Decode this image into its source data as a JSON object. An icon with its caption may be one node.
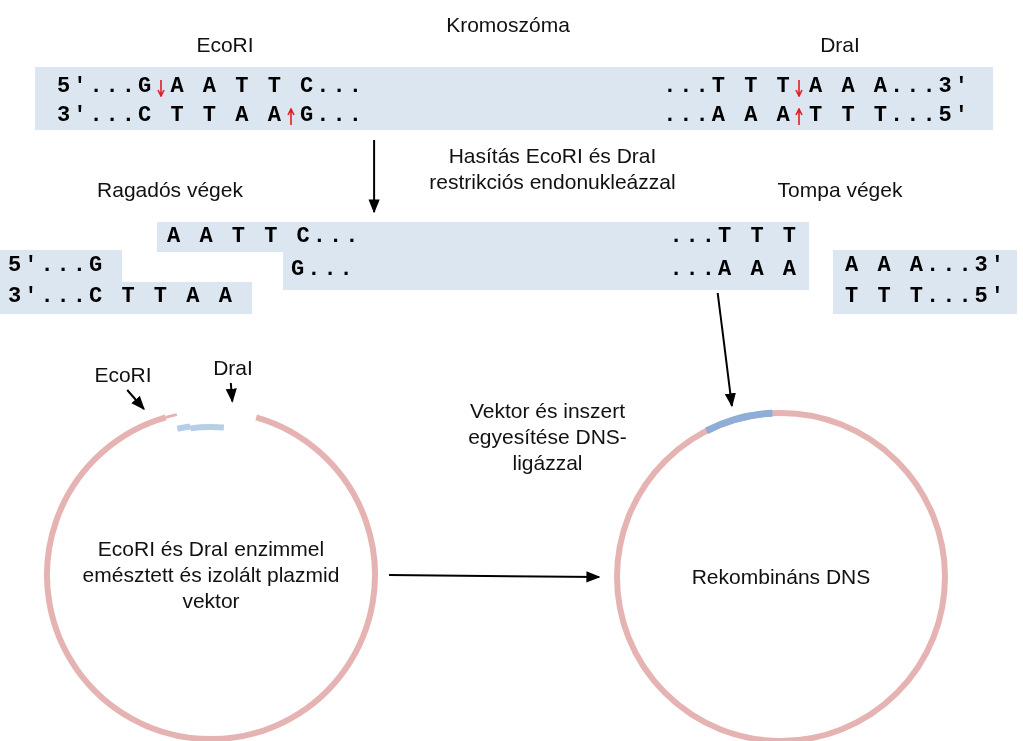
{
  "diagram": {
    "nodes": [
      {
        "text": [
          "5'...G A A T T C...",
          "3'...C T T A A G...",
          "...T T T A A A...3'",
          "...A A A T T T...5'"
        ],
        "beside": [
          "EcoRI",
          "DraI"
        ]
      },
      {
        "text": [
          "5'...G",
          "3'...C T T A A"
        ]
      },
      {
        "text": [
          "A A T T C...",
          "G...",
          "...T T T",
          "...A A A"
        ]
      },
      {
        "text": [
          "A A A...3'",
          "T T T...5'"
        ]
      },
      {
        "text": [
          "EcoRI és DraI enzimmel emésztett és izolált plazmid vektor"
        ]
      },
      {
        "text": [
          "Rekombináns DNS"
        ]
      },
      {
        "text": [
          "EcoRI"
        ]
      },
      {
        "text": [
          "DraI"
        ]
      }
    ],
    "edges": [
      {
        "from": 0,
        "to": 2,
        "arrow": "to",
        "label": "Hasítás EcoRI és DraI restrikciós endonukleázzal"
      },
      {
        "from": 2,
        "to": 5,
        "arrow": "to"
      },
      {
        "from": 4,
        "to": 5,
        "arrow": "to"
      },
      {
        "from": 6,
        "to": 4,
        "arrow": "to"
      },
      {
        "from": 7,
        "to": 4,
        "arrow": "to"
      }
    ],
    "labels": [
      "Kromoszóma",
      "Ragadós végek",
      "Tompa végek",
      "Vektor és inszert egyesítése DNS-ligázzal"
    ]
  }
}
